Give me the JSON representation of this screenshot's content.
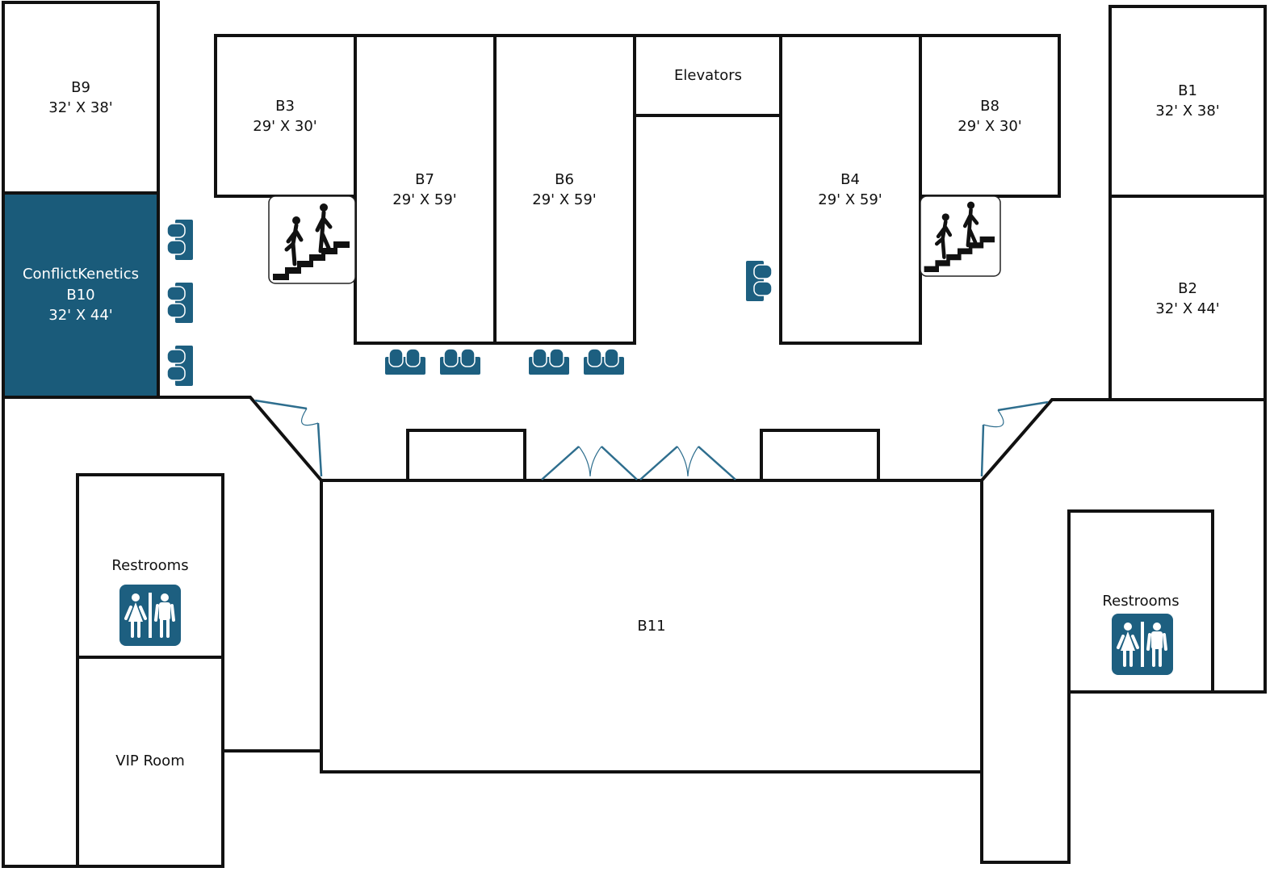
{
  "colors": {
    "highlight": "#1a5b7a",
    "seat": "#1d5f80",
    "wall": "#111111",
    "door": "#2e6e8e"
  },
  "booths": {
    "b9": {
      "name": "B9",
      "size": "32' X 38'"
    },
    "b3": {
      "name": "B3",
      "size": "29' X 30'"
    },
    "b7": {
      "name": "B7",
      "size": "29' X 59'"
    },
    "b6": {
      "name": "B6",
      "size": "29' X 59'"
    },
    "b4": {
      "name": "B4",
      "size": "29' X 59'"
    },
    "b8": {
      "name": "B8",
      "size": "29' X 30'"
    },
    "b1": {
      "name": "B1",
      "size": "32' X 38'"
    },
    "b2": {
      "name": "B2",
      "size": "32' X 44'"
    },
    "b10": {
      "exhibitor": "ConflictKenetics",
      "name": "B10",
      "size": "32' X 44'"
    },
    "b11": {
      "name": "B11"
    }
  },
  "facilities": {
    "elevators": "Elevators",
    "restrooms_left": "Restrooms",
    "restrooms_right": "Restrooms",
    "vip_room": "VIP Room"
  },
  "icons": {
    "stairs": "stairs-icon",
    "restroom": "restroom-icon",
    "seating": "seating-icon"
  }
}
